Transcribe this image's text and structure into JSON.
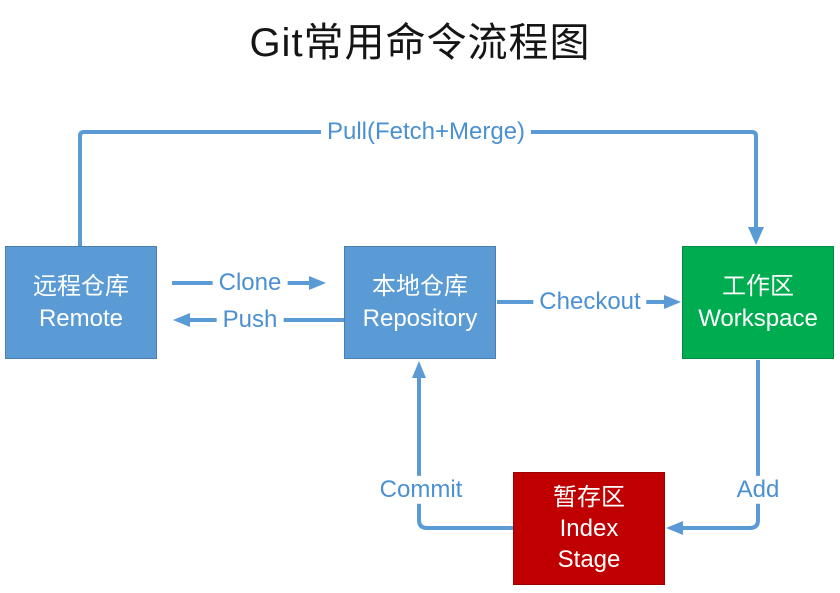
{
  "title": "Git常用命令流程图",
  "colors": {
    "connector": "#5B9BD5",
    "edge_label_text": "#4A90D2",
    "node_blue": "#5B9BD5",
    "node_green": "#00AC50",
    "node_red": "#C00000",
    "node_text": "#FFFFFF",
    "title_text": "#151515",
    "background": "#FFFFFF"
  },
  "nodes": {
    "remote": {
      "lines": [
        "远程仓库",
        "Remote"
      ]
    },
    "repository": {
      "lines": [
        "本地仓库",
        "Repository"
      ]
    },
    "workspace": {
      "lines": [
        "工作区",
        "Workspace"
      ]
    },
    "index": {
      "lines": [
        "暂存区",
        "Index",
        "Stage"
      ]
    }
  },
  "edges": {
    "pull": {
      "label": "Pull(Fetch+Merge)",
      "from": "remote",
      "to": "workspace"
    },
    "clone": {
      "label": "Clone",
      "from": "remote",
      "to": "repository"
    },
    "push": {
      "label": "Push",
      "from": "repository",
      "to": "remote"
    },
    "checkout": {
      "label": "Checkout",
      "from": "repository",
      "to": "workspace"
    },
    "commit": {
      "label": "Commit",
      "from": "index",
      "to": "repository"
    },
    "add": {
      "label": "Add",
      "from": "workspace",
      "to": "index"
    }
  }
}
